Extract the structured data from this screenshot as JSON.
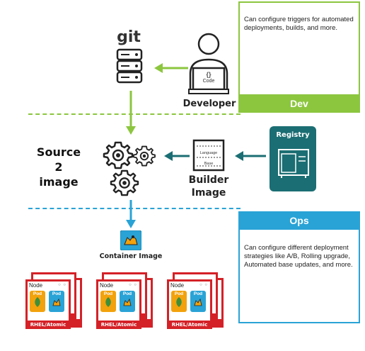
{
  "dev": {
    "note": "Can configure triggers for automated deployments, builds, and more.",
    "tab": "Dev"
  },
  "ops": {
    "tab": "Ops",
    "note": "Can configure different deployment strategies like A/B, Rolling upgrade, Automated base updates, and more."
  },
  "git_label": "git",
  "developer_label": "Developer",
  "laptop": {
    "code_label": "Code",
    "brace_label": "{}"
  },
  "source": {
    "line1": "Source",
    "line2": "2",
    "line3": "image"
  },
  "builder": {
    "line1": "Builder",
    "line2": "Image",
    "doc_top": "Language",
    "doc_bottom": "Base"
  },
  "registry_label": "Registry",
  "container_label": "Container Image",
  "nodes": [
    {
      "title": "Node",
      "pod1": "Pod",
      "pod2": "Pod",
      "rhel": "RHEL/Atomic"
    },
    {
      "title": "Node",
      "pod1": "Pod",
      "pod2": "Pod",
      "rhel": "RHEL/Atomic"
    },
    {
      "title": "Node",
      "pod1": "Pod",
      "pod2": "Pod",
      "rhel": "RHEL/Atomic"
    }
  ],
  "colors": {
    "dev": "#8cc63f",
    "ops": "#29a3d6",
    "registry": "#1b6e73",
    "node": "#d42127",
    "pod_orange": "#f2a20c",
    "pod_blue": "#29a3d6"
  }
}
